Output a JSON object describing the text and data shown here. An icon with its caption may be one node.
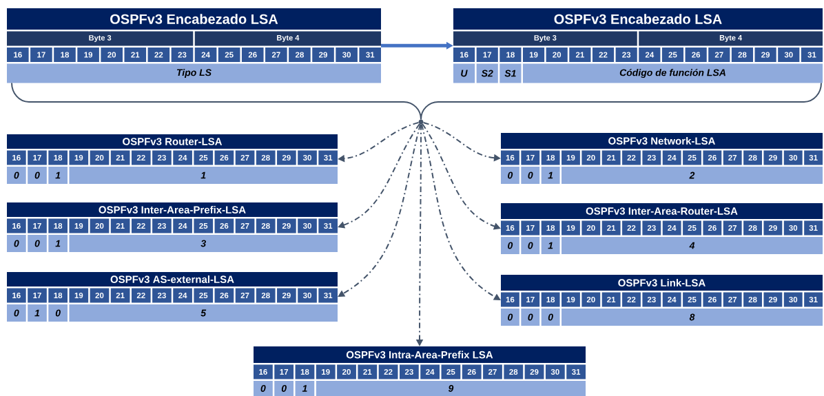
{
  "diagram": {
    "nodes": [
      {
        "text": [
          "OSPFv3 Encabezado LSA",
          "Byte 3",
          "Byte 4",
          "16",
          "17",
          "18",
          "19",
          "20",
          "21",
          "22",
          "23",
          "24",
          "25",
          "26",
          "27",
          "28",
          "29",
          "30",
          "31",
          "*Tipo LS*"
        ]
      },
      {
        "text": [
          "OSPFv3 Encabezado LSA",
          "Byte 3",
          "Byte 4",
          "16",
          "17",
          "18",
          "19",
          "20",
          "21",
          "22",
          "23",
          "24",
          "25",
          "26",
          "27",
          "28",
          "29",
          "30",
          "31",
          "*U*",
          "*S2*",
          "*S1*",
          "*Código de función LSA*"
        ]
      },
      {
        "text": [],
        "shape": "circle"
      },
      {
        "text": [
          "OSPFv3 Router-LSA",
          "16",
          "17",
          "18",
          "19",
          "20",
          "21",
          "22",
          "23",
          "24",
          "25",
          "26",
          "27",
          "28",
          "29",
          "30",
          "31",
          "*0*",
          "*0*",
          "*1*",
          "*1*"
        ]
      },
      {
        "text": [
          "OSPFv3 Network-LSA",
          "16",
          "17",
          "18",
          "19",
          "20",
          "21",
          "22",
          "23",
          "24",
          "25",
          "26",
          "27",
          "28",
          "29",
          "30",
          "31",
          "*0*",
          "*0*",
          "*1*",
          "*2*"
        ]
      },
      {
        "text": [
          "OSPFv3 Inter-Area-Prefix-LSA",
          "16",
          "17",
          "18",
          "19",
          "20",
          "21",
          "22",
          "23",
          "24",
          "25",
          "26",
          "27",
          "28",
          "29",
          "30",
          "31",
          "*0*",
          "*0*",
          "*1*",
          "*3*"
        ]
      },
      {
        "text": [
          "OSPFv3 Inter-Area-Router-LSA",
          "16",
          "17",
          "18",
          "19",
          "20",
          "21",
          "22",
          "23",
          "24",
          "25",
          "26",
          "27",
          "28",
          "29",
          "30",
          "31",
          "*0*",
          "*0*",
          "*1*",
          "*4*"
        ]
      },
      {
        "text": [
          "OSPFv3 AS-external-LSA",
          "16",
          "17",
          "18",
          "19",
          "20",
          "21",
          "22",
          "23",
          "24",
          "25",
          "26",
          "27",
          "28",
          "29",
          "30",
          "31",
          "*0*",
          "*1*",
          "*0*",
          "*5*"
        ]
      },
      {
        "text": [
          "OSPFv3 Link-LSA",
          "16",
          "17",
          "18",
          "19",
          "20",
          "21",
          "22",
          "23",
          "24",
          "25",
          "26",
          "27",
          "28",
          "29",
          "30",
          "31",
          "*0*",
          "*0*",
          "*0*",
          "*8*"
        ]
      },
      {
        "text": [
          "OSPFv3 Intra-Area-Prefix LSA",
          "16",
          "17",
          "18",
          "19",
          "20",
          "21",
          "22",
          "23",
          "24",
          "25",
          "26",
          "27",
          "28",
          "29",
          "30",
          "31",
          "*0*",
          "*0*",
          "*1*",
          "*9*"
        ]
      }
    ],
    "edges": [
      {
        "from": 0,
        "to": 1,
        "arrow": "to",
        "style": "thick",
        "color": "#4472c4"
      },
      {
        "from": 2,
        "to": 3,
        "arrow": "to",
        "style": "dashed"
      },
      {
        "from": 2,
        "to": 4,
        "arrow": "to",
        "style": "dashed"
      },
      {
        "from": 2,
        "to": 5,
        "arrow": "to",
        "style": "dashed"
      },
      {
        "from": 2,
        "to": 6,
        "arrow": "to",
        "style": "dashed"
      },
      {
        "from": 2,
        "to": 7,
        "arrow": "to",
        "style": "dashed"
      },
      {
        "from": 2,
        "to": 8,
        "arrow": "to",
        "style": "dashed"
      },
      {
        "from": 2,
        "to": 9,
        "arrow": "to",
        "style": "dashed"
      },
      {
        "from": 0,
        "to": 2,
        "arrow": "none"
      },
      {
        "from": 1,
        "to": 2,
        "arrow": "none"
      }
    ]
  }
}
